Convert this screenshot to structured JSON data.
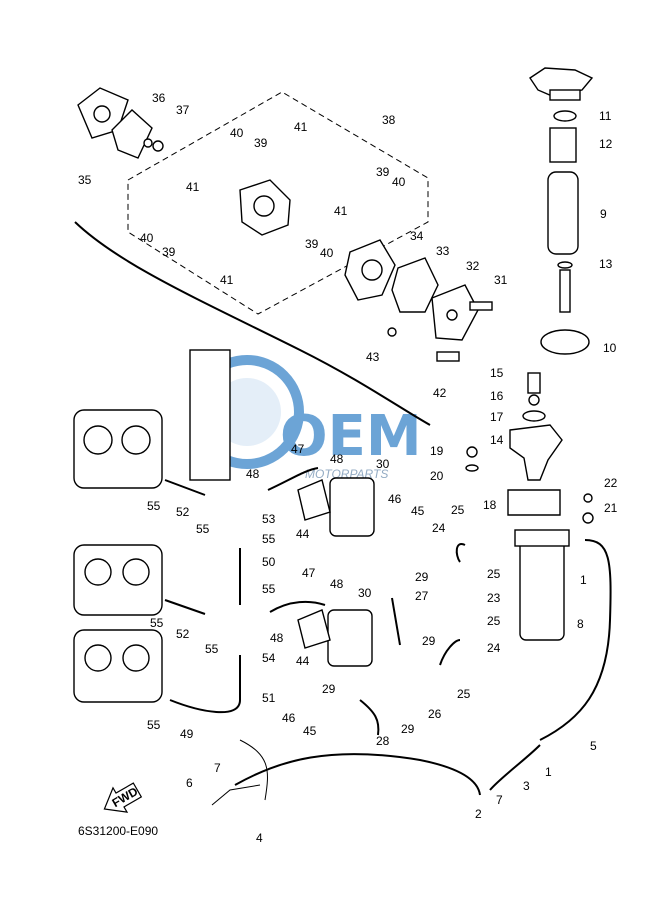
{
  "diagram_code": "6S31200-E090",
  "fwd_label": "FWD",
  "watermark": {
    "text": "OEM",
    "sub": "MOTORPARTS",
    "color": "#3b86c9"
  },
  "labels": {
    "n1a": "1",
    "n1b": "1",
    "n2": "2",
    "n3": "3",
    "n4": "4",
    "n5": "5",
    "n6": "6",
    "n7a": "7",
    "n7b": "7",
    "n8": "8",
    "n9": "9",
    "n10": "10",
    "n11": "11",
    "n12": "12",
    "n13": "13",
    "n14": "14",
    "n15": "15",
    "n16": "16",
    "n17": "17",
    "n18": "18",
    "n19": "19",
    "n20": "20",
    "n21": "21",
    "n22": "22",
    "n23": "23",
    "n24a": "24",
    "n24b": "24",
    "n25a": "25",
    "n25b": "25",
    "n25c": "25",
    "n25d": "25",
    "n26": "26",
    "n27": "27",
    "n28": "28",
    "n29a": "29",
    "n29b": "29",
    "n29c": "29",
    "n29d": "29",
    "n30a": "30",
    "n30b": "30",
    "n31": "31",
    "n32": "32",
    "n33": "33",
    "n34": "34",
    "n35": "35",
    "n36": "36",
    "n37": "37",
    "n38": "38",
    "n39a": "39",
    "n39b": "39",
    "n39c": "39",
    "n39d": "39",
    "n40a": "40",
    "n40b": "40",
    "n40c": "40",
    "n40d": "40",
    "n41a": "41",
    "n41b": "41",
    "n41c": "41",
    "n41d": "41",
    "n42": "42",
    "n43": "43",
    "n44a": "44",
    "n44b": "44",
    "n45a": "45",
    "n45b": "45",
    "n46a": "46",
    "n46b": "46",
    "n47a": "47",
    "n47b": "47",
    "n48a": "48",
    "n48b": "48",
    "n48c": "48",
    "n48d": "48",
    "n49": "49",
    "n50": "50",
    "n51": "51",
    "n52a": "52",
    "n52b": "52",
    "n53": "53",
    "n54": "54",
    "n55a": "55",
    "n55b": "55",
    "n55c": "55",
    "n55d": "55",
    "n55e": "55",
    "n55f": "55",
    "n55g": "55"
  }
}
